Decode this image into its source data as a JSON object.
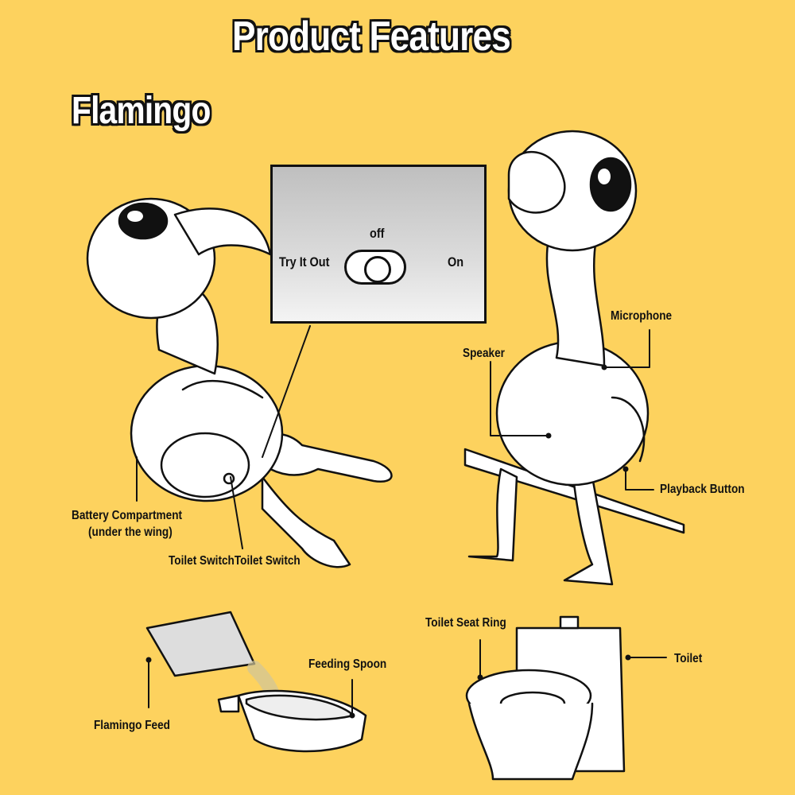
{
  "header": {
    "title": "Product Features",
    "subtitle": "Flamingo"
  },
  "inset": {
    "off_label": "off",
    "try_label": "Try It Out",
    "on_label": "On"
  },
  "callouts": {
    "battery_line1": "Battery Compartment",
    "battery_line2": "(under the wing)",
    "toilet_switch": "Toilet SwitchToilet Switch",
    "microphone": "Microphone",
    "speaker": "Speaker",
    "playback": "Playback Button",
    "feeding_spoon": "Feeding Spoon",
    "flamingo_feed": "Flamingo Feed",
    "toilet_seat_ring": "Toilet Seat Ring",
    "toilet": "Toilet"
  },
  "colors": {
    "background": "#fdd25e",
    "ink": "#111111",
    "figure_fill": "#ffffff"
  }
}
